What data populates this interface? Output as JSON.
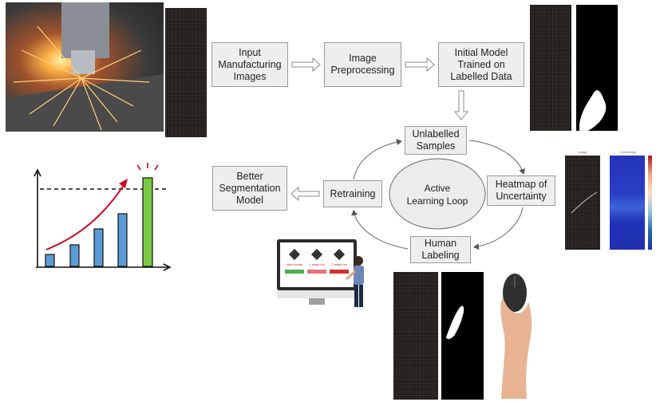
{
  "steps": {
    "input": "Input\nManufacturing\nImages",
    "preprocess": "Image\nPreprocessing",
    "initial_model": "Initial Model\nTrained on\nLabelled Data",
    "unlabelled": "Unlabelled\nSamples",
    "heatmap": "Heatmap of\nUncertainty",
    "human": "Human\nLabeling",
    "retraining": "Retraining",
    "better": "Better\nSegmentation\nModel"
  },
  "loop": {
    "line1": "Active",
    "line2": "Learning Loop"
  },
  "heatmap_panel": {
    "left_title": "Image",
    "right_title": "Uncertainty"
  },
  "monitor_cards": [
    {
      "label": "New model",
      "bar_color": "#4caf50"
    },
    {
      "label": "1 mask old",
      "bar_color": "#e57373"
    },
    {
      "label": "1 mask old",
      "bar_color": "#d32f2f"
    }
  ],
  "colors": {
    "box_fill": "#eeeeee",
    "box_border": "#9a9a9a",
    "chart_bar": "#5b9bd5",
    "chart_bar_highlight": "#7ac943",
    "chart_arrow": "#d0021b",
    "heatmap_blue": "#1f2fb0"
  }
}
